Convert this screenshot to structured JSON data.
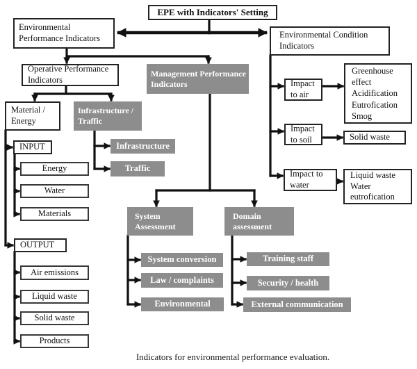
{
  "diagram": {
    "caption": "Indicators for environmental performance evaluation.",
    "colors": {
      "gray_box_fill": "#8d8d8d",
      "gray_box_text": "#ffffff",
      "white_box_border": "#383838",
      "connector_line": "#111111",
      "background": "#ffffff"
    },
    "nodes": {
      "title": "EPE with Indicators' Setting",
      "epi": "Environmental Performance Indicators",
      "eci": "Environmental Condition Indicators",
      "opi": "Operative Performance Indicators",
      "mpi": "Management Performance Indicators",
      "material_energy": "Material / Energy",
      "infrastructure_traffic": "Infrastructure / Traffic",
      "infrastructure": "Infrastructure",
      "traffic": "Traffic",
      "input": "INPUT",
      "energy": "Energy",
      "water": "Water",
      "materials": "Materials",
      "output": "OUTPUT",
      "air_emissions": "Air emissions",
      "liquid_waste": "Liquid waste",
      "solid_waste": "Solid waste",
      "products": "Products",
      "system_assessment": "System Assessment",
      "domain_assessment": "Domain assessment",
      "system_conversion": "System conversion",
      "law_complaints": "Law / complaints",
      "environmental": "Environmental",
      "training_staff": "Training staff",
      "security_health": "Security / health",
      "external_communication": "External communication",
      "impact_to_air": "Impact to air",
      "impact_to_soil": "Impact to soil",
      "impact_to_water": "Impact to water",
      "air_impact_effects": "Greenhouse effect Acidification Eutrofication Smog",
      "soil_impact_effects": "Solid waste",
      "water_impact_effects": "Liquid waste Water eutrofication"
    }
  }
}
